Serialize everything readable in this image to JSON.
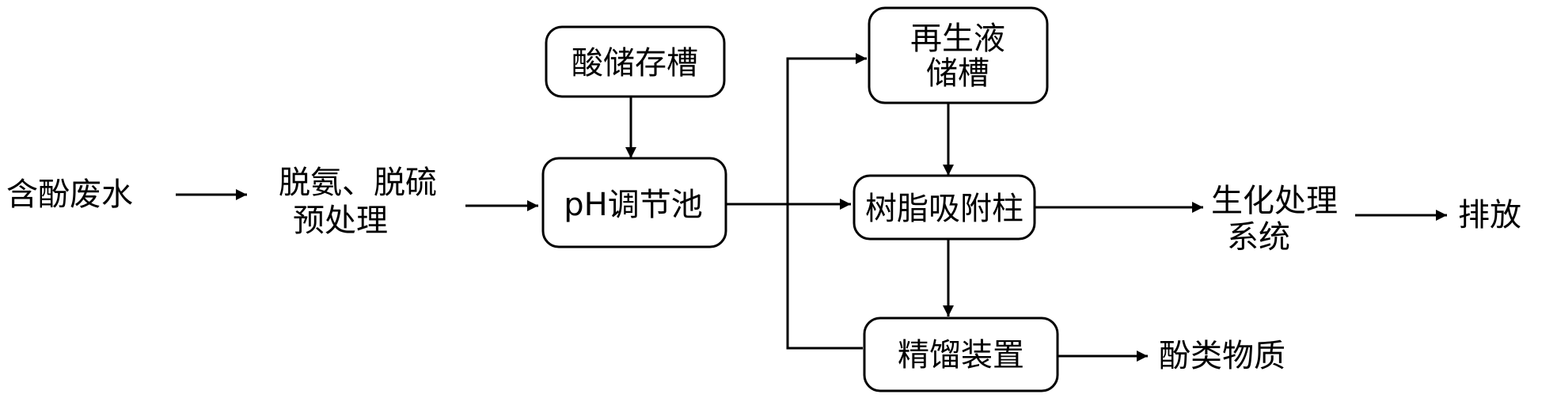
{
  "nodes": {
    "wastewater": "含酚废水",
    "pretreat_line1": "脱氨、脱硫",
    "pretreat_line2": "预处理",
    "acid_tank": "酸储存槽",
    "ph_tank": "pH调节池",
    "regen_line1": "再生液",
    "regen_line2": "储槽",
    "resin_column": "树脂吸附柱",
    "bio_line1": "生化处理",
    "bio_line2": "系统",
    "discharge": "排放",
    "distillation": "精馏装置",
    "phenols": "酚类物质"
  }
}
